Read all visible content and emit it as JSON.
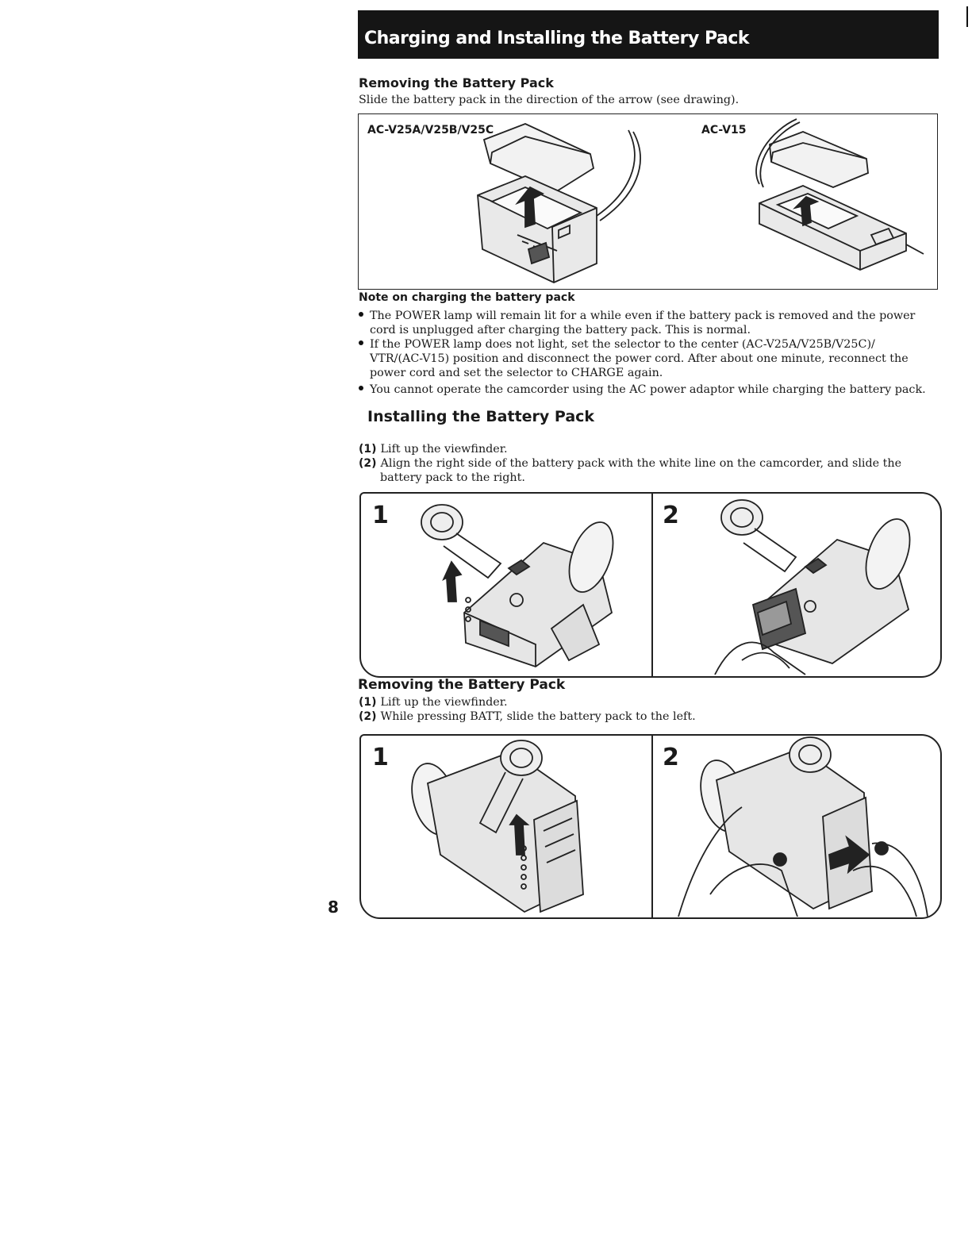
{
  "header": {
    "title": "Charging and Installing the Battery Pack"
  },
  "removing_charger": {
    "heading": "Removing the Battery Pack",
    "intro": "Slide the battery pack in the direction of the arrow (see drawing).",
    "model_left": "AC-V25A/V25B/V25C",
    "model_right": "AC-V15"
  },
  "note": {
    "heading": "Note on charging the battery pack",
    "lines": [
      "The POWER lamp will remain lit for a while even if the battery pack is removed and the power",
      "cord is unplugged after charging the battery pack. This is normal.",
      "If the POWER lamp does not light, set the selector to the center (AC-V25A/V25B/V25C)/",
      "VTR/(AC-V15) position and disconnect the power cord. After about one minute, reconnect the",
      "power cord and set the selector to CHARGE again.",
      "You cannot operate the camcorder using the AC power adaptor while charging the battery pack."
    ]
  },
  "installing": {
    "heading": "Installing the Battery Pack",
    "steps": [
      {
        "num": "(1)",
        "text": "Lift up the viewfinder."
      },
      {
        "num": "(2)",
        "text": "Align the right side of the battery pack with the white line on the camcorder, and slide the"
      }
    ],
    "step2_cont": "battery pack to the right.",
    "panel_labels": [
      "1",
      "2"
    ]
  },
  "removing_camcorder": {
    "heading": "Removing the Battery Pack",
    "steps": [
      {
        "num": "(1)",
        "text": "Lift up the viewfinder."
      },
      {
        "num": "(2)",
        "text": "While pressing BATT, slide the battery pack to the left."
      }
    ],
    "panel_labels": [
      "1",
      "2"
    ]
  },
  "page_number": "8",
  "colors": {
    "banner": "#151515",
    "ink": "#1a1a1a"
  }
}
